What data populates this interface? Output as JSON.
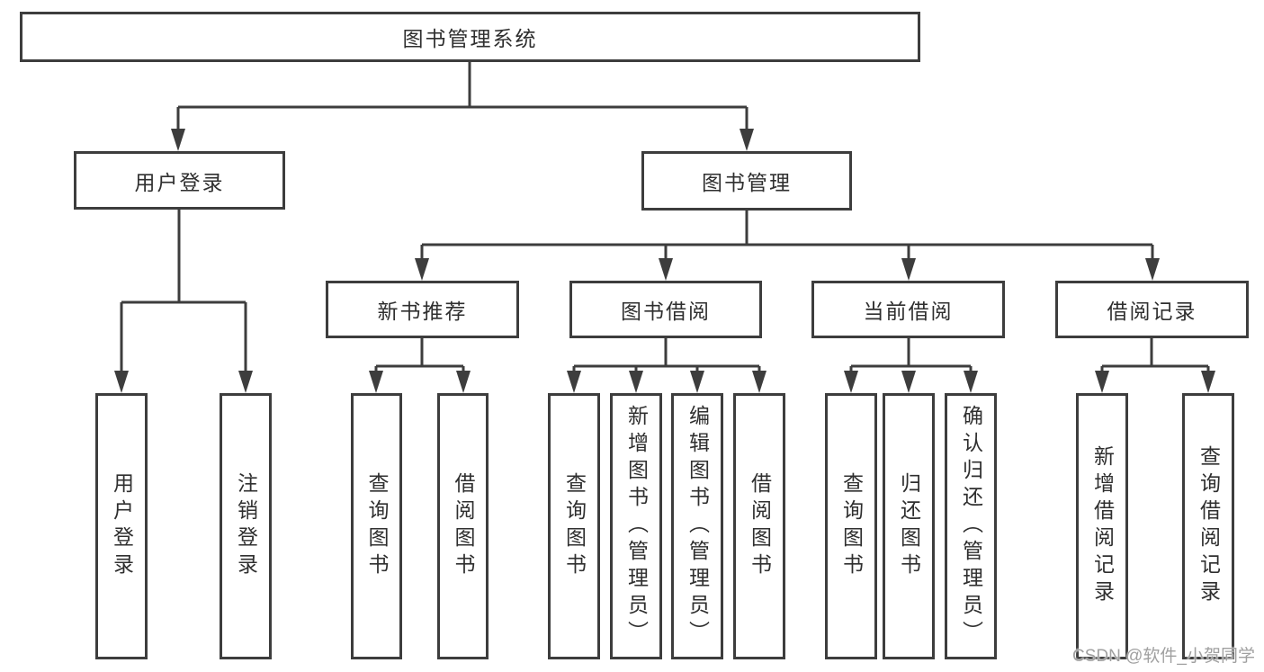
{
  "diagram": {
    "root": "图书管理系统",
    "level2": [
      "用户登录",
      "图书管理"
    ],
    "level3": [
      "新书推荐",
      "图书借阅",
      "当前借阅",
      "借阅记录"
    ],
    "leaves": {
      "user_login": [
        "用户登录",
        "注销登录"
      ],
      "new_book_recommend": [
        "查询图书",
        "借阅图书"
      ],
      "book_borrow": [
        "查询图书",
        "新增图书（管理员）",
        "编辑图书（管理员）",
        "借阅图书"
      ],
      "current_borrow": [
        "查询图书",
        "归还图书",
        "确认归还（管理员）"
      ],
      "borrow_records": [
        "新增借阅记录",
        "查询借阅记录"
      ]
    }
  },
  "watermark": "CSDN @软件_小贺同学",
  "colors": {
    "line": "#3d3d3d",
    "text": "#2f2f2f",
    "background": "#ffffff",
    "watermark": "#a0a0a0"
  }
}
